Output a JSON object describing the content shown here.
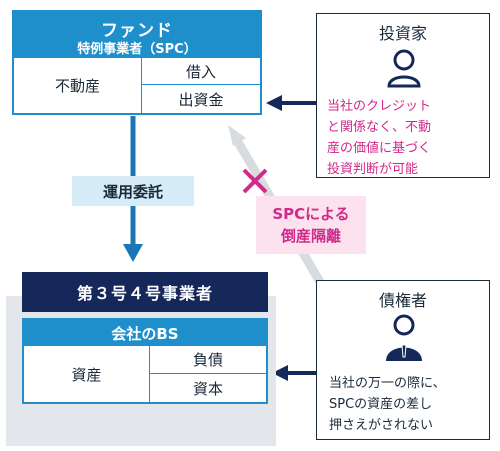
{
  "fund": {
    "title": "ファンド",
    "subtitle": "特例事業者（SPC）",
    "left_cell": "不動産",
    "right_top": "借入",
    "right_bottom": "出資金"
  },
  "investor": {
    "title": "投資家",
    "icon": "person-icon",
    "lines": [
      "当社のクレジット",
      "と関係なく、不動",
      "産の価値に基づく",
      "投資判断が可能"
    ]
  },
  "creditor": {
    "title": "債権者",
    "icon": "businessperson-icon",
    "lines": [
      "当社の万一の際に、",
      "SPCの資産の差し",
      "押さえがされない"
    ]
  },
  "operation_label": "運用委託",
  "isolation_label": [
    "SPCによる",
    "倒産隔離"
  ],
  "operator": {
    "title": "第３号４号事業者",
    "bs_title": "会社のBS",
    "left_cell": "資産",
    "right_top": "負債",
    "right_bottom": "資本"
  },
  "colors": {
    "blue": "#1f8fcb",
    "navy": "#16285a",
    "magenta": "#d02a8a",
    "light_blue": "#d6ecf6",
    "light_pink": "#fbe2ee",
    "gray_panel": "#e3e6ea"
  }
}
